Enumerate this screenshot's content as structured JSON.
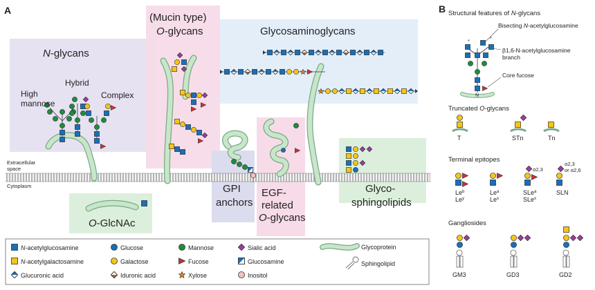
{
  "panel_a": {
    "label": "A",
    "categories": {
      "n_glycans": {
        "title": "N-glycans",
        "italic": "N",
        "rest": "-glycans"
      },
      "mucin": {
        "line1": "(Mucin type)",
        "line2_italic": "O",
        "line2_rest": "-glycans"
      },
      "gags": {
        "title": "Glycosaminoglycans"
      },
      "gpi": {
        "line1": "GPI",
        "line2": "anchors"
      },
      "egf": {
        "line1": "EGF-",
        "line2": "related",
        "line3_italic": "O",
        "line3_rest": "-glycans"
      },
      "gsl": {
        "line1": "Glyco-",
        "line2": "sphingolipids"
      },
      "oglcnac": {
        "italic": "O",
        "rest": "-GlcNAc"
      }
    },
    "subtypes": {
      "high_mannose_1": "High",
      "high_mannose_2": "mannose",
      "hybrid": "Hybrid",
      "complex": "Complex"
    },
    "membrane": {
      "extracellular_1": "Extracellular",
      "extracellular_2": "space",
      "cytoplasm": "Cytoplasm"
    }
  },
  "legend": {
    "items": [
      {
        "id": "glcnac",
        "label": "N-acetylglucosamine",
        "italic": "N",
        "rest": "-acetylglucosamine",
        "shape": "square",
        "color": "#1a6fb8"
      },
      {
        "id": "galnac",
        "label": "N-acetylgalactosamine",
        "italic": "N",
        "rest": "-acetylgalactosamine",
        "shape": "square",
        "color": "#f5c518"
      },
      {
        "id": "glca",
        "label": "Glucuronic acid",
        "shape": "diamond-split",
        "color": "#1a6fb8"
      },
      {
        "id": "glc",
        "label": "Glucose",
        "shape": "circle",
        "color": "#1a6fb8"
      },
      {
        "id": "gal",
        "label": "Galactose",
        "shape": "circle",
        "color": "#f5c518"
      },
      {
        "id": "idoa",
        "label": "Iduronic acid",
        "shape": "diamond-split",
        "color": "#a8643c"
      },
      {
        "id": "man",
        "label": "Mannose",
        "shape": "circle",
        "color": "#1e8c3c"
      },
      {
        "id": "fuc",
        "label": "Fucose",
        "shape": "triangle",
        "color": "#d32f2f"
      },
      {
        "id": "xyl",
        "label": "Xylose",
        "shape": "star",
        "color": "#e88a1a"
      },
      {
        "id": "sia",
        "label": "Sialic acid",
        "shape": "diamond",
        "color": "#9c3d9a"
      },
      {
        "id": "glcn",
        "label": "Glucosamine",
        "shape": "square-split",
        "color": "#1a6fb8"
      },
      {
        "id": "ino",
        "label": "Inositol",
        "shape": "circle",
        "color": "#f5c0c0"
      },
      {
        "id": "gp",
        "label": "Glycoprotein",
        "shape": "tube",
        "color": "#a5d6a7"
      },
      {
        "id": "sl",
        "label": "Sphingolipid",
        "shape": "lipid",
        "color": "#9e9e9e"
      }
    ]
  },
  "panel_b": {
    "label": "B",
    "structural": {
      "title_pre": "Structural features of ",
      "title_italic": "N",
      "title_post": "-glycans",
      "bisecting_pre": "Bisecting ",
      "bisecting_italic": "N",
      "bisecting_post": "-acetylglucosamine",
      "branch_1": "β1,6-N-acetylglucosamine",
      "branch_2": "branch",
      "core_fucose": "Core fucose",
      "n_label": "N"
    },
    "truncated": {
      "title_pre": "Truncated ",
      "title_italic": "O",
      "title_post": "-glycans",
      "items": [
        "T",
        "STn",
        "Tn"
      ]
    },
    "terminal": {
      "title": "Terminal epitopes",
      "lea": "Le",
      "lea_sup": "a",
      "leb": "Le",
      "leb_sup": "b",
      "lex": "Le",
      "lex_sup": "x",
      "ley": "Le",
      "ley_sup": "y",
      "slea": "SLe",
      "slea_sup": "a",
      "slex": "SLe",
      "slex_sup": "x",
      "sln": "SLN",
      "a23": "α2,3",
      "a23b": "α2,3",
      "or_a26": "or α2,6"
    },
    "gangliosides": {
      "title": "Gangliosides",
      "items": [
        "GM3",
        "GD3",
        "GD2"
      ]
    }
  }
}
